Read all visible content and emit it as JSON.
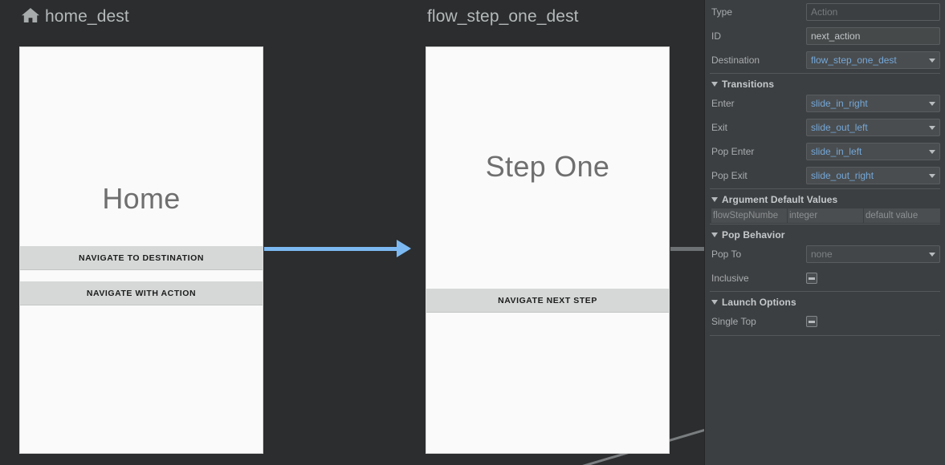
{
  "canvas": {
    "background_color": "#2b2d2e",
    "destinations": [
      {
        "id": "home_dest",
        "label": "home_dest",
        "icon": "home-icon",
        "has_icon": true,
        "screen_title": "Home",
        "buttons": [
          "NAVIGATE TO DESTINATION",
          "NAVIGATE WITH ACTION"
        ]
      },
      {
        "id": "flow_step_one_dest",
        "label": "flow_step_one_dest",
        "icon": null,
        "has_icon": false,
        "screen_title": "Step One",
        "buttons": [
          "NAVIGATE NEXT STEP"
        ]
      }
    ],
    "connections": [
      {
        "name": "home-to-flow-step-one",
        "from": "home_dest",
        "to": "flow_step_one_dest",
        "color": "#7cb9f2",
        "selected": true,
        "style": "arrow"
      },
      {
        "name": "flow-step-one-outgoing-stub",
        "from": "flow_step_one_dest",
        "to": "",
        "color": "#6e7173",
        "selected": false,
        "style": "line"
      },
      {
        "name": "flow-step-one-diagonal",
        "from": "flow_step_one_dest",
        "to": "",
        "color": "#7a7d7f",
        "selected": false,
        "style": "line"
      }
    ]
  },
  "panel": {
    "accent_color": "#74a7d8",
    "background_color": "#3c3f41",
    "fields": {
      "type": {
        "label": "Type",
        "value": "",
        "placeholder": "Action",
        "disabled": true
      },
      "id": {
        "label": "ID",
        "value": "next_action"
      },
      "destination": {
        "label": "Destination",
        "value": "flow_step_one_dest"
      }
    },
    "sections": [
      {
        "name": "transitions",
        "title": "Transitions",
        "expanded": true,
        "collapse_icon": "triangle-down-icon",
        "rows": [
          {
            "label": "Enter",
            "value": "slide_in_right"
          },
          {
            "label": "Exit",
            "value": "slide_out_left"
          },
          {
            "label": "Pop Enter",
            "value": "slide_in_left"
          },
          {
            "label": "Pop Exit",
            "value": "slide_out_right"
          }
        ]
      },
      {
        "name": "argument-default-values",
        "title": "Argument Default Values",
        "expanded": true,
        "collapse_icon": "triangle-down-icon",
        "table": {
          "rows": [
            {
              "name": "flowStepNumbe",
              "type": "integer",
              "value": "default value"
            }
          ]
        }
      },
      {
        "name": "pop-behavior",
        "title": "Pop Behavior",
        "expanded": true,
        "collapse_icon": "triangle-down-icon",
        "pop_to": {
          "label": "Pop To",
          "value": "none",
          "muted": true
        },
        "inclusive": {
          "label": "Inclusive",
          "state": "indeterminate"
        }
      },
      {
        "name": "launch-options",
        "title": "Launch Options",
        "expanded": true,
        "collapse_icon": "triangle-down-icon",
        "single_top": {
          "label": "Single Top",
          "state": "indeterminate"
        }
      }
    ]
  }
}
